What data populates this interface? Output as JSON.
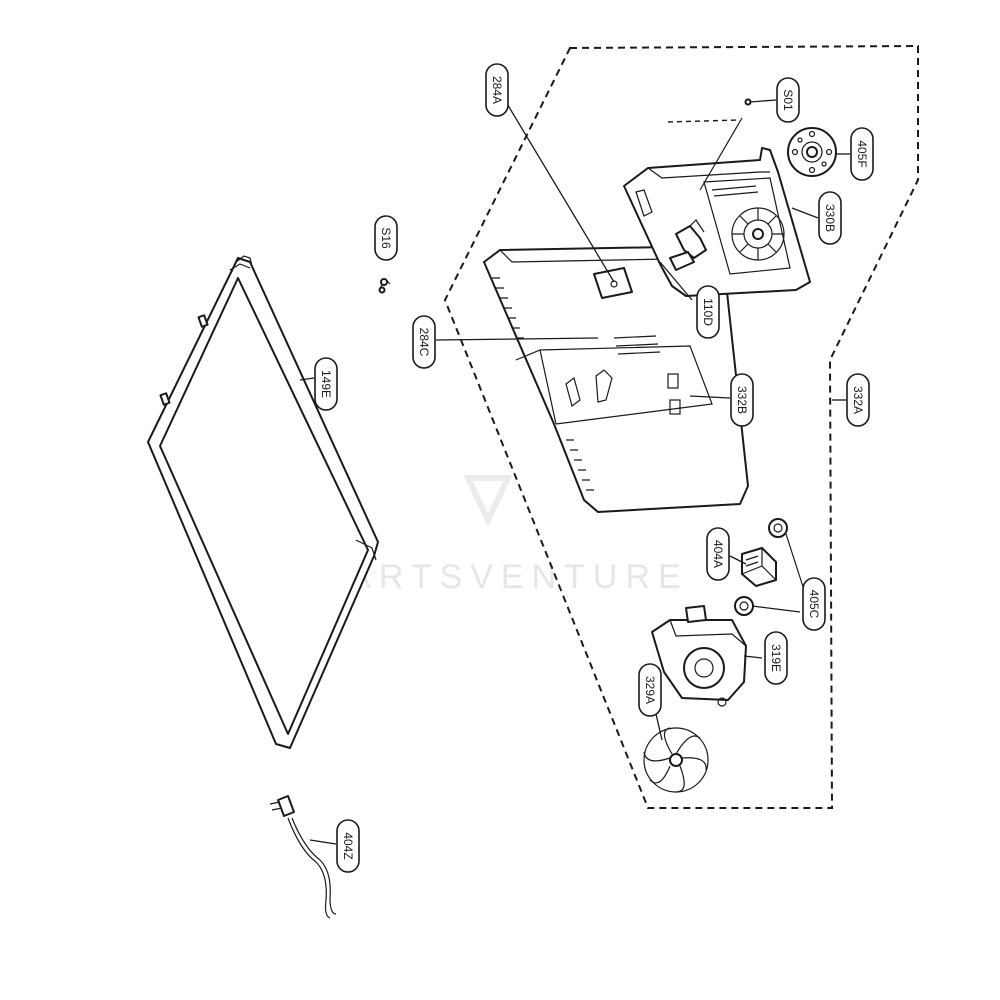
{
  "callouts": [
    {
      "id": "c-284A",
      "text": "284A"
    },
    {
      "id": "c-S01",
      "text": "S01"
    },
    {
      "id": "c-405F",
      "text": "405F"
    },
    {
      "id": "c-330B",
      "text": "330B"
    },
    {
      "id": "c-S16",
      "text": "S16"
    },
    {
      "id": "c-110D",
      "text": "110D"
    },
    {
      "id": "c-284C",
      "text": "284C"
    },
    {
      "id": "c-149E",
      "text": "149E"
    },
    {
      "id": "c-332B",
      "text": "332B"
    },
    {
      "id": "c-332A",
      "text": "332A"
    },
    {
      "id": "c-404A",
      "text": "404A"
    },
    {
      "id": "c-405C",
      "text": "405C"
    },
    {
      "id": "c-319E",
      "text": "319E"
    },
    {
      "id": "c-329A",
      "text": "329A"
    },
    {
      "id": "c-404Z",
      "text": "404Z"
    }
  ],
  "watermark": "PARTSVENTURE"
}
